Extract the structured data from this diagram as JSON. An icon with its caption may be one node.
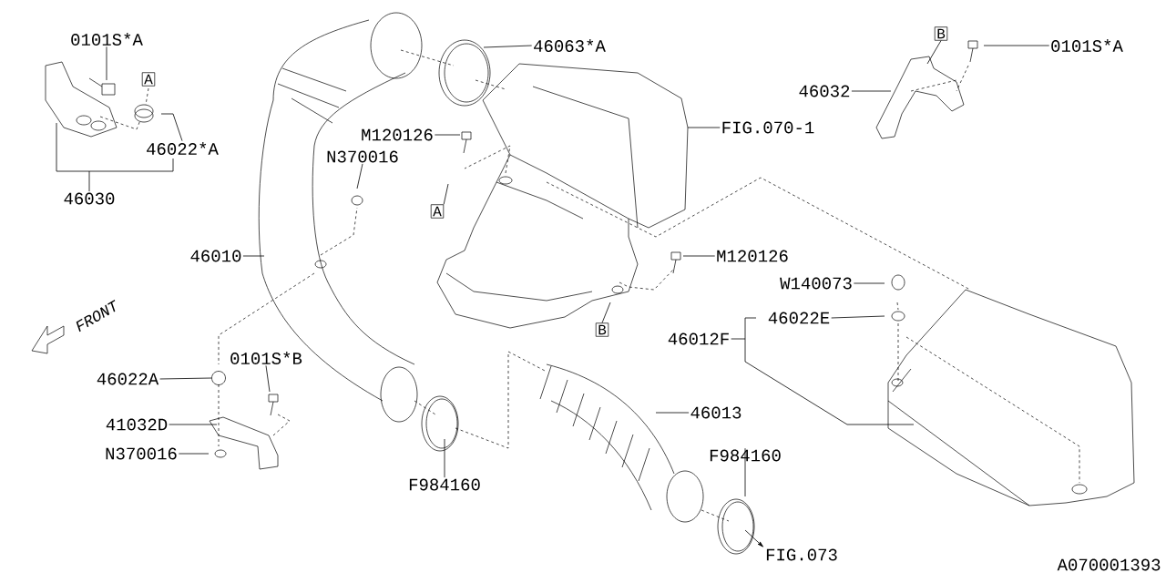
{
  "diagram": {
    "nodes": [
      {
        "text": [
          "0101S*A"
        ]
      },
      {
        "text": [
          "A"
        ]
      },
      {
        "text": [
          "46022*A"
        ]
      },
      {
        "text": [
          "46030"
        ]
      },
      {
        "text": [
          "46063*A"
        ]
      },
      {
        "text": [
          "M120126"
        ]
      },
      {
        "text": [
          "N370016"
        ]
      },
      {
        "text": [
          "FIG.070-1"
        ]
      },
      {
        "text": [
          "A"
        ]
      },
      {
        "text": [
          "B"
        ]
      },
      {
        "text": [
          "0101S*A"
        ]
      },
      {
        "text": [
          "46032"
        ]
      },
      {
        "text": [
          "46010"
        ]
      },
      {
        "text": [
          "M120126"
        ]
      },
      {
        "text": [
          "W140073"
        ]
      },
      {
        "text": [
          "B"
        ]
      },
      {
        "text": [
          "46022E"
        ]
      },
      {
        "text": [
          "46012F"
        ]
      },
      {
        "text": [
          "46022A"
        ]
      },
      {
        "text": [
          "0101S*B"
        ]
      },
      {
        "text": [
          "41032D"
        ]
      },
      {
        "text": [
          "N370016"
        ]
      },
      {
        "text": [
          "F984160"
        ]
      },
      {
        "text": [
          "46013"
        ]
      },
      {
        "text": [
          "F984160"
        ]
      },
      {
        "text": [
          "FIG.073"
        ]
      },
      {
        "text": [],
        "shape": "circle"
      }
    ],
    "edges": [
      {
        "from": 0,
        "to": null,
        "arrow": "none"
      },
      {
        "from": 2,
        "to": null,
        "arrow": "none"
      },
      {
        "from": 3,
        "to": null,
        "arrow": "none"
      },
      {
        "from": 4,
        "to": null,
        "arrow": "none"
      },
      {
        "from": 5,
        "to": null,
        "arrow": "none"
      },
      {
        "from": 6,
        "to": null,
        "arrow": "none"
      },
      {
        "from": 7,
        "to": null,
        "arrow": "none"
      },
      {
        "from": 8,
        "to": null,
        "arrow": "none"
      },
      {
        "from": 9,
        "to": null,
        "arrow": "none"
      },
      {
        "from": 10,
        "to": null,
        "arrow": "none"
      },
      {
        "from": 11,
        "to": null,
        "arrow": "none"
      },
      {
        "from": 12,
        "to": null,
        "arrow": "none"
      },
      {
        "from": 13,
        "to": null,
        "arrow": "none"
      },
      {
        "from": 14,
        "to": null,
        "arrow": "none"
      },
      {
        "from": 15,
        "to": null,
        "arrow": "none"
      },
      {
        "from": 16,
        "to": null,
        "arrow": "none"
      },
      {
        "from": 17,
        "to": null,
        "arrow": "none"
      },
      {
        "from": 18,
        "to": 26,
        "arrow": "none"
      },
      {
        "from": 19,
        "to": null,
        "arrow": "none"
      },
      {
        "from": 20,
        "to": null,
        "arrow": "none"
      },
      {
        "from": 21,
        "to": null,
        "arrow": "none"
      },
      {
        "from": 22,
        "to": null,
        "arrow": "none"
      },
      {
        "from": 23,
        "to": null,
        "arrow": "none"
      },
      {
        "from": 24,
        "to": null,
        "arrow": "none"
      },
      {
        "from": null,
        "to": 25,
        "arrow": "to"
      }
    ],
    "labels": [
      "FRONT",
      "A070001393"
    ]
  }
}
